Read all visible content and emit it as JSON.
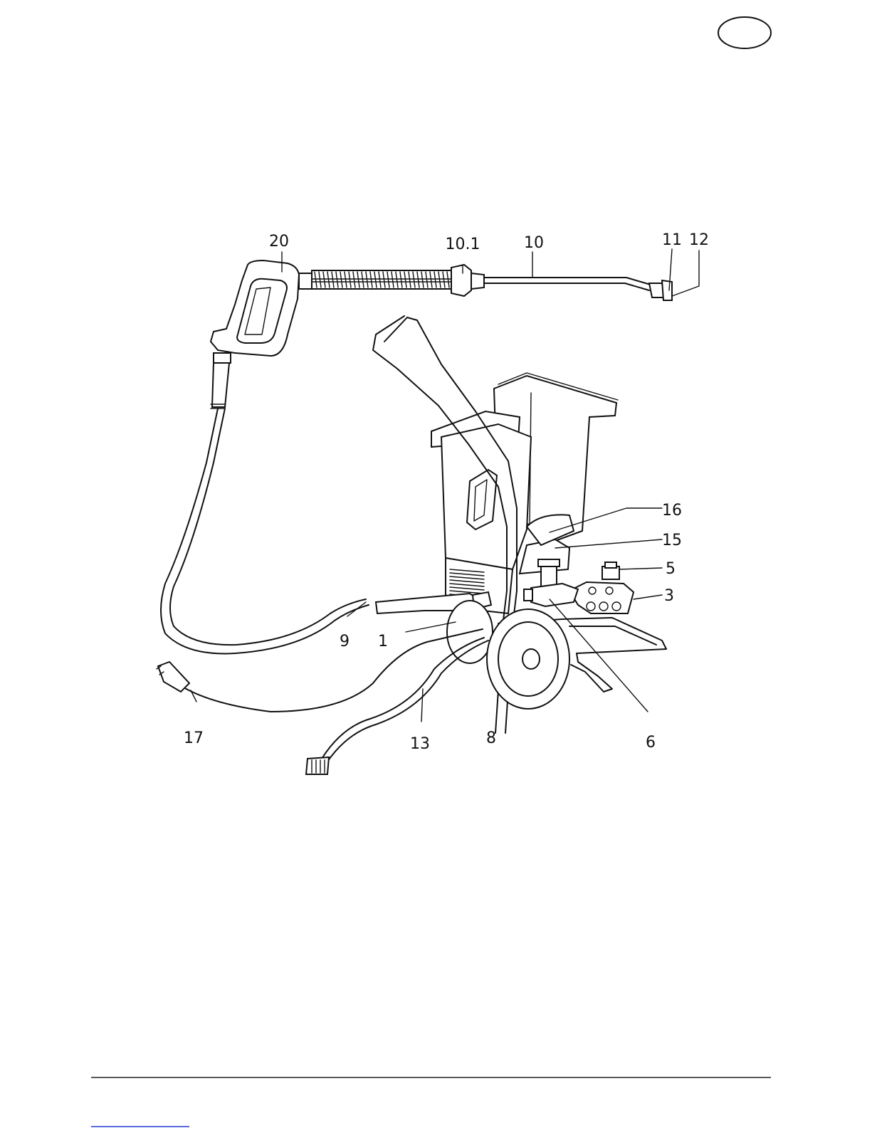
{
  "callouts": [
    "20",
    "10.1",
    "10",
    "11",
    "12",
    "16",
    "15",
    "5",
    "3",
    "9",
    "1",
    "17",
    "13",
    "8",
    "6"
  ],
  "language_badge": ""
}
